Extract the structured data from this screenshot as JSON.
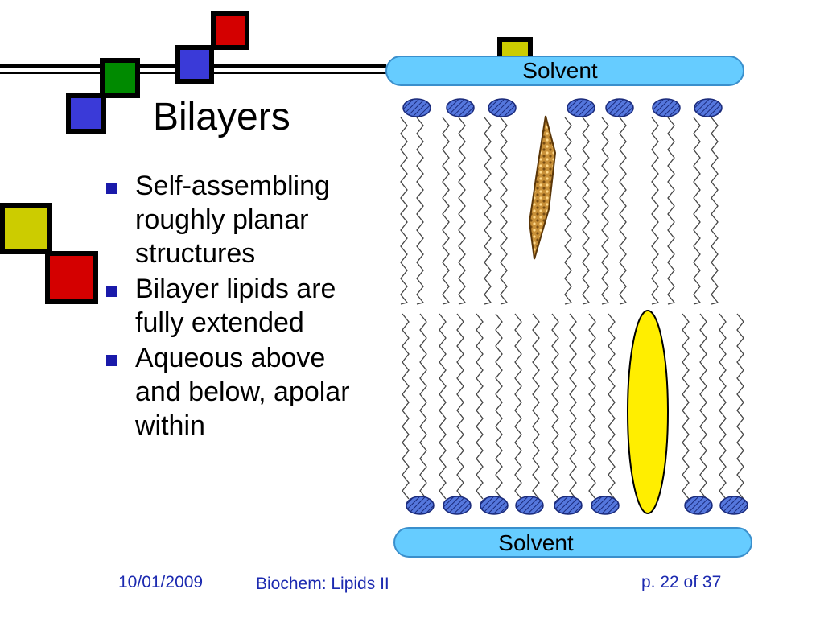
{
  "slide": {
    "title": "Bilayers",
    "bullets": [
      "Self-assembling roughly planar structures",
      "Bilayer lipids are fully extended",
      "Aqueous above and below, apolar within"
    ]
  },
  "diagram": {
    "top_label": "Solvent",
    "bottom_label": "Solvent"
  },
  "footer": {
    "date": "10/01/2009",
    "course": "Biochem: Lipids II",
    "page": "p. 22 of 37"
  },
  "colors": {
    "accent_blue": "#3a3ad8",
    "accent_red": "#d40000",
    "accent_green": "#008a00",
    "accent_yellow": "#cccc00",
    "solvent": "#66ccff",
    "head_group": "#4466cc",
    "protein_yellow": "#ffee00",
    "protein_brown": "#c89038",
    "footer_text": "#1c2ab0"
  }
}
